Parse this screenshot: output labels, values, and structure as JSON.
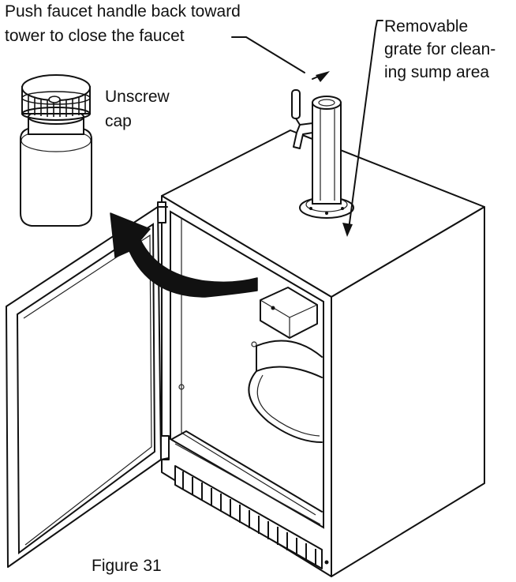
{
  "labels": {
    "faucet_line1": "Push faucet handle back toward",
    "faucet_line2": "tower to close the faucet",
    "grate_line1": "Removable",
    "grate_line2": "grate for clean-",
    "grate_line3": "ing sump area",
    "cap_line1": "Unscrew",
    "cap_line2": "cap",
    "figure_caption": "Figure 31"
  },
  "icons": {
    "cap": "unscrew-cap-icon",
    "arrow": "curved-arrow-icon",
    "unit": "kegerator-unit",
    "tower": "beer-tower-faucet"
  }
}
